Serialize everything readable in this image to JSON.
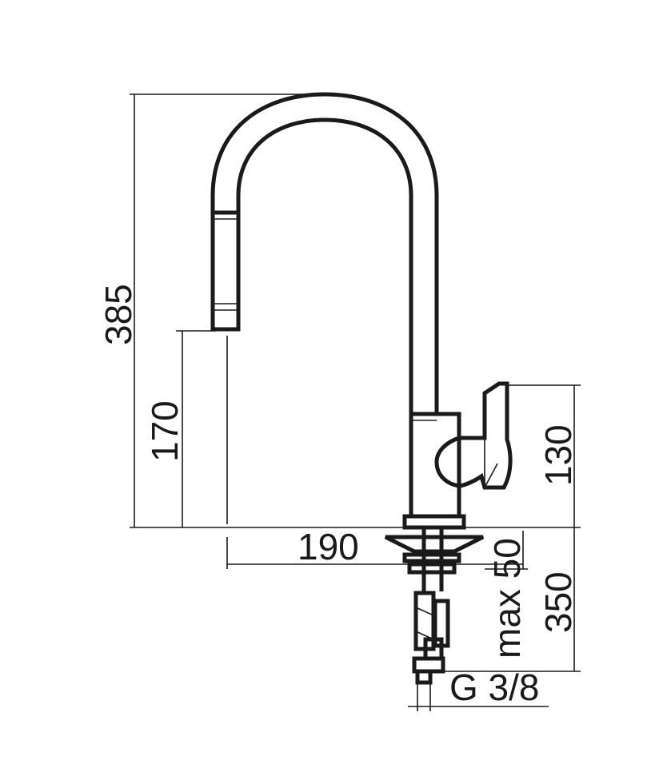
{
  "dimensions": {
    "total_height": "385",
    "spout_height": "170",
    "handle_height": "130",
    "spout_reach": "190",
    "max_deck": "max 50",
    "hose_length": "350",
    "connection": "G 3/8"
  },
  "colors": {
    "line": "#1a1a1a",
    "background": "#ffffff"
  }
}
